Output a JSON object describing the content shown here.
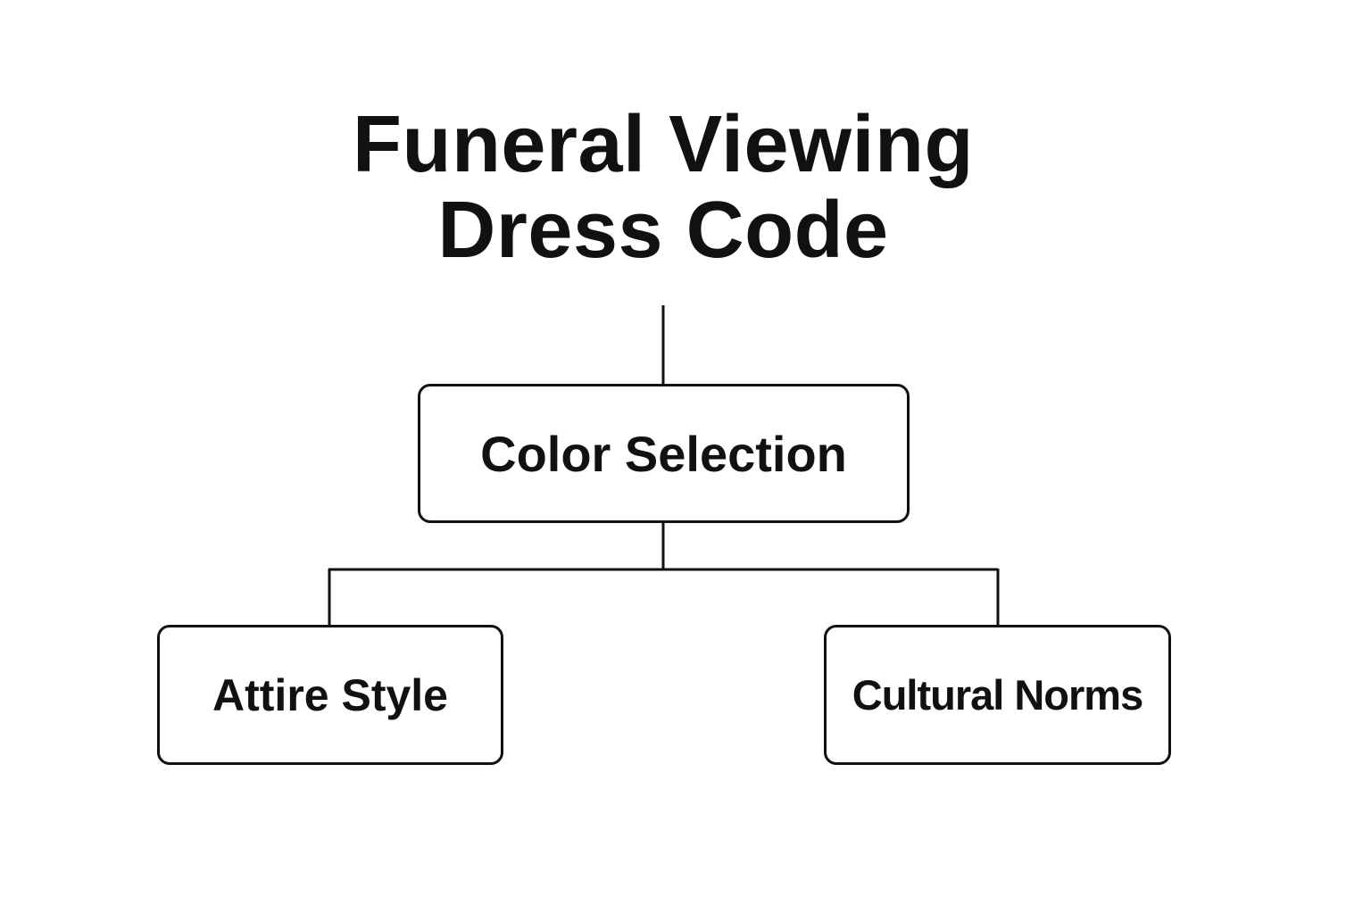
{
  "diagram": {
    "title_lines": [
      "Funeral Viewing",
      "Dress Code"
    ],
    "root": {
      "label": "Color Selection"
    },
    "children": [
      {
        "label": "Attire Style"
      },
      {
        "label": "Cultural Norms"
      }
    ],
    "colors": {
      "line": "#111111",
      "background": "#ffffff",
      "text": "#111111"
    }
  }
}
